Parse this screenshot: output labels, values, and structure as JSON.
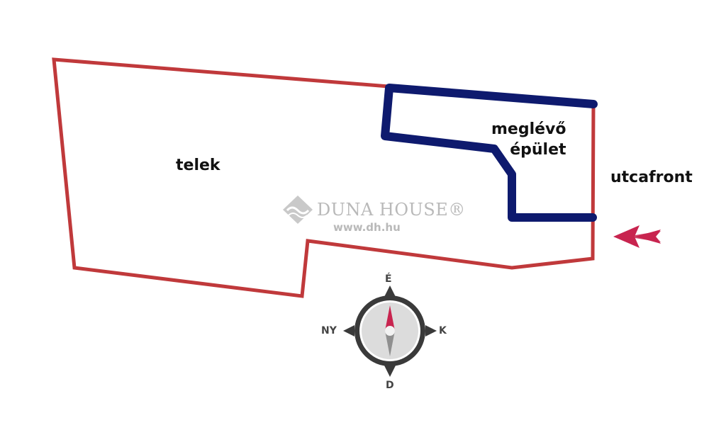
{
  "labels": {
    "plot": "telek",
    "building_line1": "meglévő",
    "building_line2": "épület",
    "street": "utcafront"
  },
  "watermark": {
    "brand": "DUNA HOUSE®",
    "url": "www.dh.hu"
  },
  "compass": {
    "north": "É",
    "south": "D",
    "west": "NY",
    "east": "K"
  },
  "colors": {
    "plot_outline": "#c0393b",
    "building_outline": "#0e1a6e",
    "street_arrow": "#c8244f",
    "compass_ring": "#3a3a3a",
    "compass_needle_north": "#c8244f",
    "watermark": "#b9b9b9"
  },
  "icons": {
    "street_arrow": "double-chevron-left-arrow-icon",
    "compass": "compass-rose-icon",
    "watermark_logo": "duna-house-diamond-logo-icon"
  }
}
